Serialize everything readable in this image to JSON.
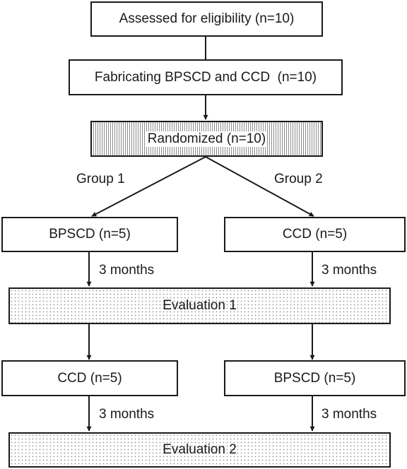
{
  "boxes": {
    "assessed": "Assessed for eligibility (n=10)",
    "fabricating": "Fabricating BPSCD and CCD  (n=10)",
    "randomized": "Randomized (n=10)",
    "group1_first": "BPSCD (n=5)",
    "group2_first": "CCD (n=5)",
    "evaluation1": "Evaluation 1",
    "group1_second": "CCD (n=5)",
    "group2_second": "BPSCD (n=5)",
    "evaluation2": "Evaluation 2"
  },
  "labels": {
    "group1": "Group 1",
    "group2": "Group 2",
    "months_1a": "3 months",
    "months_1b": "3 months",
    "months_2a": "3 months",
    "months_2b": "3 months"
  },
  "colors": {
    "line": "#1a1a1a",
    "stripe": "#8c8c8c",
    "dots": "#8a8a8a"
  }
}
